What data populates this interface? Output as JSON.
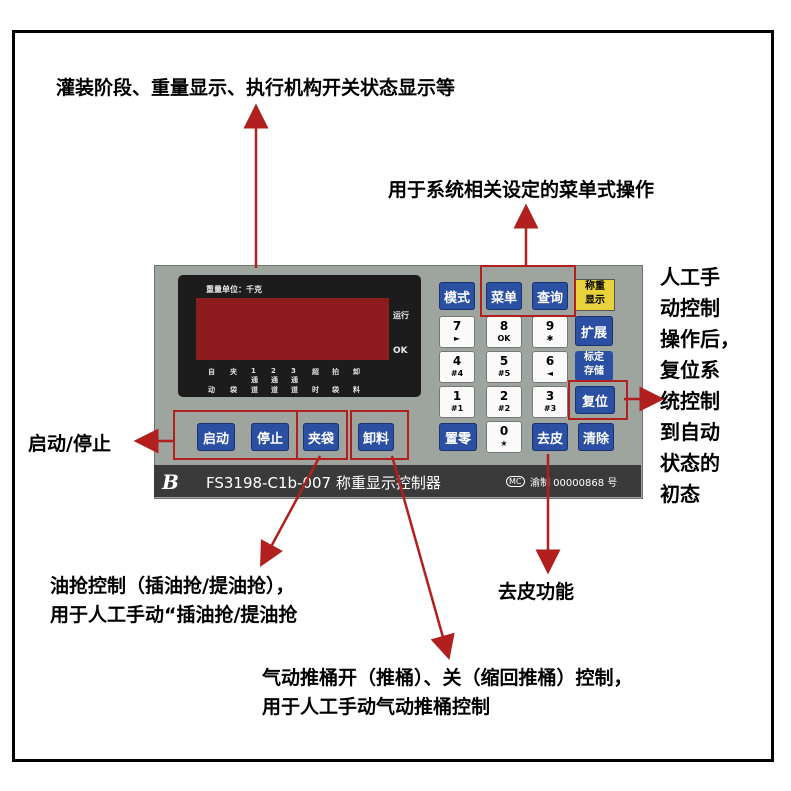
{
  "annotations": {
    "display_desc": "灌装阶段、重量显示、执行机构开关状态显示等",
    "menu_desc": "用于系统相关设定的菜单式操作",
    "reset_desc": [
      "人工手",
      "动控制",
      "操作后，",
      "复位系",
      "统控制",
      "到自动",
      "状态的",
      "初态"
    ],
    "startstop_desc": "启动/停止",
    "clamp_desc_line1": "油抢控制（插油抢/提油抢），",
    "clamp_desc_line2": "用于人工手动“插油抢/提油抢",
    "unload_desc_line1": "气动推桶开（推桶）、关（缩回推桶）控制，",
    "unload_desc_line2": "用于人工手动气动推桶控制",
    "tare_desc": "去皮功能"
  },
  "device": {
    "display_title": "重量单位：千克",
    "run_label": "运行",
    "ok_label": "OK",
    "indicators": [
      {
        "top": "自",
        "bottom": "动"
      },
      {
        "top": "夹",
        "bottom": "袋"
      },
      {
        "top": "1",
        "mid": "通",
        "bottom": "道"
      },
      {
        "top": "2",
        "mid": "通",
        "bottom": "道"
      },
      {
        "top": "3",
        "mid": "通",
        "bottom": "道"
      },
      {
        "top": "超",
        "bottom": "时"
      },
      {
        "top": "拍",
        "bottom": "袋"
      },
      {
        "top": "卸",
        "bottom": "料"
      }
    ],
    "buttons": {
      "mode": "模式",
      "menu": "菜单",
      "query": "查询",
      "weigh_display_1": "称重",
      "weigh_display_2": "显示",
      "expand": "扩展",
      "calib_1": "标定",
      "calib_2": "存储",
      "reset": "复位",
      "start": "启动",
      "stop": "停止",
      "clamp": "夹袋",
      "unload": "卸料",
      "zero": "置零",
      "tare": "去皮",
      "clear": "清除"
    },
    "keys": [
      {
        "d": "7",
        "s": "►"
      },
      {
        "d": "8",
        "s": "OK"
      },
      {
        "d": "9",
        "s": "✱"
      },
      {
        "d": "4",
        "s": "#4"
      },
      {
        "d": "5",
        "s": "#5"
      },
      {
        "d": "6",
        "s": "◄"
      },
      {
        "d": "1",
        "s": "#1"
      },
      {
        "d": "2",
        "s": "#2"
      },
      {
        "d": "3",
        "s": "#3"
      },
      {
        "d": "0",
        "s": "★"
      }
    ],
    "brand_logo": "B",
    "model": "FS3198-C1b-007 称重显示控制器",
    "mc_badge": "MC",
    "license": "渝制 00000868 号"
  },
  "colors": {
    "arrow": "#b21f1f",
    "panel": "#9ea49e",
    "button_blue": "#2b4fa3",
    "display_red": "#8e1c1f",
    "yellow_key": "#e9d33c"
  }
}
